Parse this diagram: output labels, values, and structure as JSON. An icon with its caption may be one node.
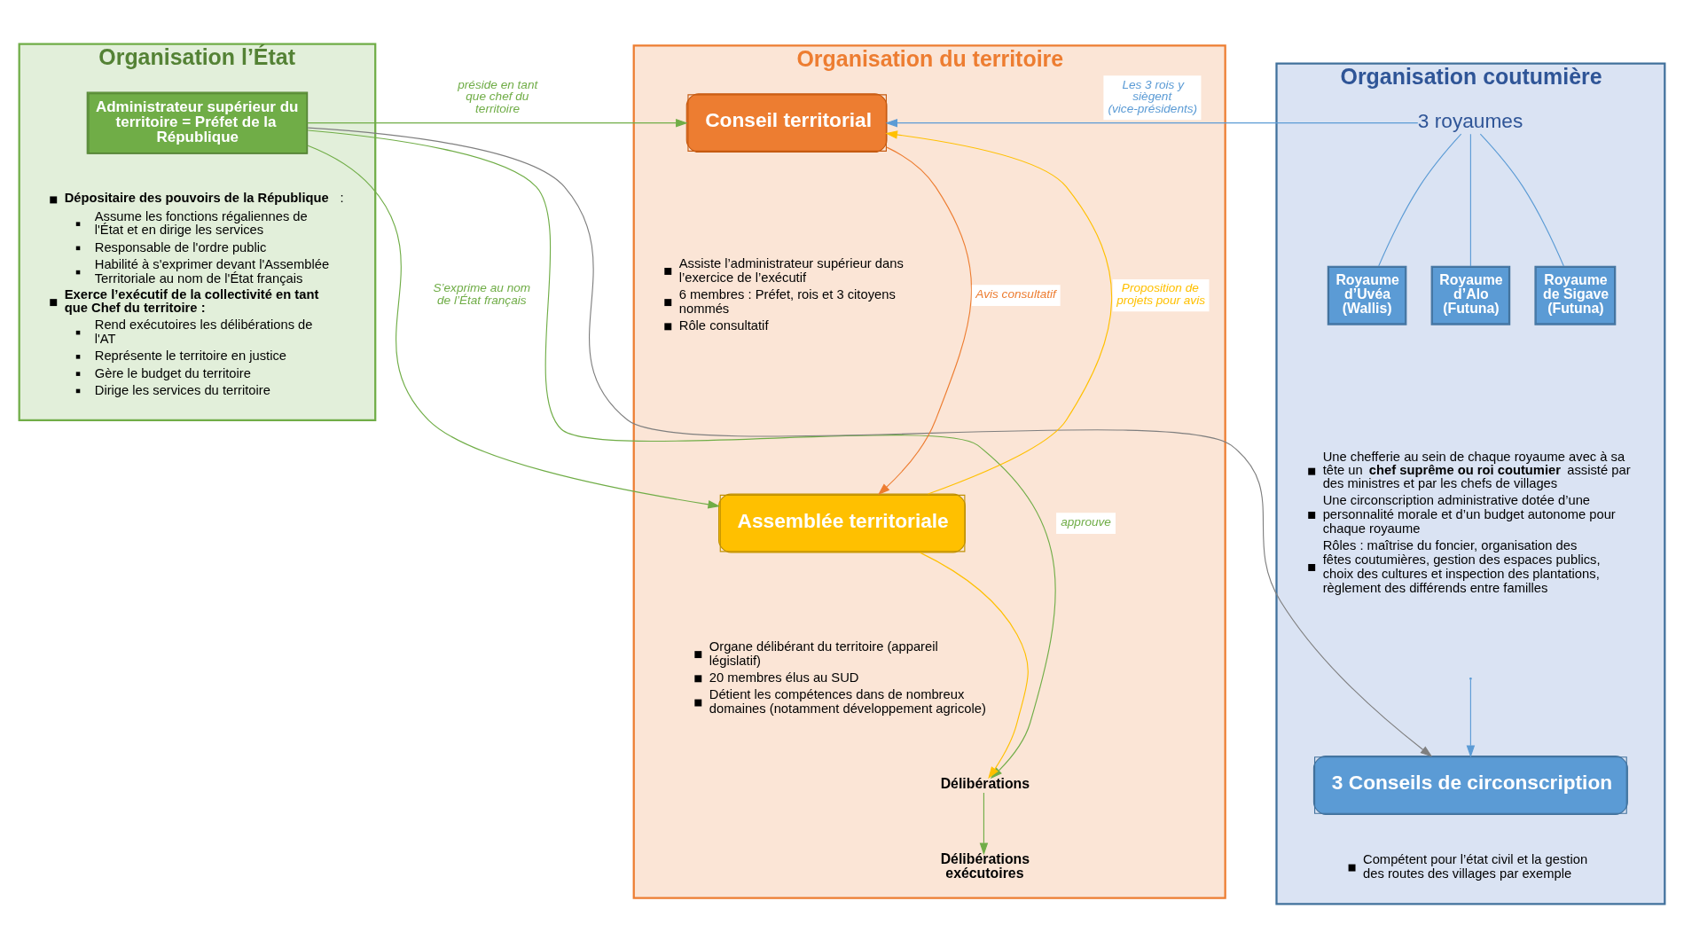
{
  "diagram": {
    "nodes": [
      {
        "text": [
          "Organisation l’État"
        ]
      },
      {
        "text": [
          "Administrateur supérieur du territoire = Préfet de la République"
        ],
        "in": 0,
        "beside": [
          "**Dépositaire des pouvoirs de la République** :",
          "Assume les fonctions régaliennes de l'État et en dirige les services",
          "Responsable de l'ordre public",
          "Habilité à s'exprimer devant l'Assemblée Territoriale au nom de l'État français",
          "**Exerce l’exécutif de la collectivité en tant que Chef du territoire :**",
          "Rend exécutoires les délibérations de l'AT",
          "Représente le territoire en justice",
          "Gère le budget du territoire",
          "Dirige les services du territoire"
        ]
      },
      {
        "text": [
          "Organisation du territoire"
        ]
      },
      {
        "text": [
          "Conseil territorial"
        ],
        "in": 2,
        "beside": [
          "Assiste l’administrateur supérieur dans l’exercice de l’exécutif",
          "6 membres : Préfet, rois et 3 citoyens nommés",
          "Rôle consultatif"
        ]
      },
      {
        "text": [
          "Assemblée territoriale"
        ],
        "in": 2,
        "beside": [
          "Organe délibérant du territoire (appareil législatif)",
          "20 membres élus au SUD",
          "Détient les compétences dans de nombreux domaines (notamment développement agricole)"
        ]
      },
      {
        "text": [
          "Délibérations"
        ],
        "in": 2
      },
      {
        "text": [
          "Délibérations exécutoires"
        ],
        "in": 2
      },
      {
        "text": [
          "Organisation coutumière"
        ]
      },
      {
        "text": [
          "3 royaumes"
        ],
        "in": 7
      },
      {
        "text": [
          "Royaume d’Uvéa (Wallis)"
        ],
        "in": 7
      },
      {
        "text": [
          "Royaume d’Alo (Futuna)"
        ],
        "in": 7
      },
      {
        "text": [
          "Royaume de Sigave (Futuna)"
        ],
        "in": 7
      },
      {
        "text": [
          "3 Conseils de circonscription"
        ],
        "in": 7,
        "beside": [
          "Compétent pour l’état civil et la gestion des routes des villages par exemple"
        ]
      }
    ],
    "edges": [
      {
        "from": 1,
        "to": 3,
        "arrow": "to",
        "label": "préside en tant que chef du territoire",
        "color": "#70ad47"
      },
      {
        "from": 1,
        "to": 4,
        "arrow": "to",
        "label": "S’exprime au nom de l’État français",
        "color": "#70ad47"
      },
      {
        "from": 1,
        "to": 5,
        "arrow": "to",
        "label": "approuve",
        "color": "#70ad47"
      },
      {
        "from": 3,
        "to": 4,
        "arrow": "to",
        "label": "Avis consultatif",
        "color": "#ed7d31"
      },
      {
        "from": 4,
        "to": 3,
        "arrow": "to",
        "label": "Proposition de projets pour avis",
        "color": "#ffc000"
      },
      {
        "from": 4,
        "to": 5,
        "arrow": "to",
        "color": "#ffc000"
      },
      {
        "from": 5,
        "to": 6,
        "arrow": "to",
        "color": "#70ad47"
      },
      {
        "from": 8,
        "to": 3,
        "arrow": "to",
        "label": "Les 3 rois y siègent (vice-présidents)",
        "color": "#5b9bd5"
      },
      {
        "from": 8,
        "to": 9,
        "arrow": "none",
        "color": "#5b9bd5"
      },
      {
        "from": 8,
        "to": 10,
        "arrow": "none",
        "color": "#5b9bd5"
      },
      {
        "from": 8,
        "to": 11,
        "arrow": "none",
        "color": "#5b9bd5"
      },
      {
        "from": null,
        "to": 12,
        "arrow": "to",
        "color": "#5b9bd5"
      },
      {
        "from": 1,
        "to": 12,
        "arrow": "to",
        "color": "#7f7f7f"
      }
    ],
    "labels": [
      "Une chefferie au sein de chaque royaume avec à sa tête un **chef suprême ou roi coutumier** assisté par des ministres et par les chefs de villages",
      "Une circonscription administrative dotée d’une personnalité morale et d’un budget autonome pour chaque royaume",
      "Rôles : maîtrise du foncier, organisation des fêtes coutumières, gestion des espaces publics, choix des cultures et inspection des plantations, règlement des différends entre familles"
    ]
  }
}
